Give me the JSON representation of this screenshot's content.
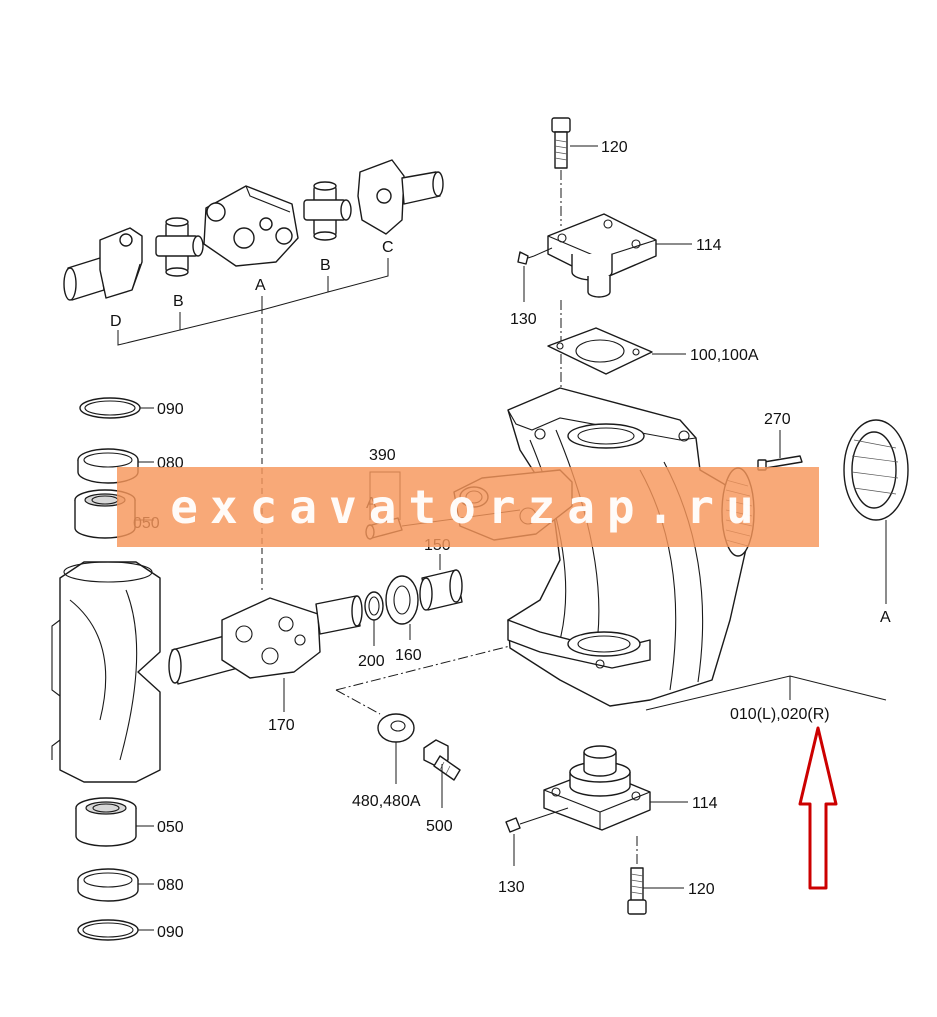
{
  "labels": {
    "l120_top": "120",
    "l114_top": "114",
    "l130_top": "130",
    "l100": "100,100A",
    "l270": "270",
    "l090_top": "090",
    "l080_top": "080",
    "l050_top": "050",
    "l390": "390",
    "l390_a": "A",
    "l150": "150",
    "l200": "200",
    "l160": "160",
    "l170": "170",
    "l480": "480,480A",
    "l500": "500",
    "l010": "010(L),020(R)",
    "l_a_right": "A",
    "l114_bot": "114",
    "l130_bot": "130",
    "l120_bot": "120",
    "l050_bot": "050",
    "l080_bot": "080",
    "l090_bot": "090",
    "joint_a": "A",
    "joint_b1": "B",
    "joint_b2": "B",
    "joint_c": "C",
    "joint_d": "D"
  },
  "watermark": "excavatorzap.ru",
  "colors": {
    "watermark_band": "#f6965a",
    "arrow": "#cc0000"
  }
}
